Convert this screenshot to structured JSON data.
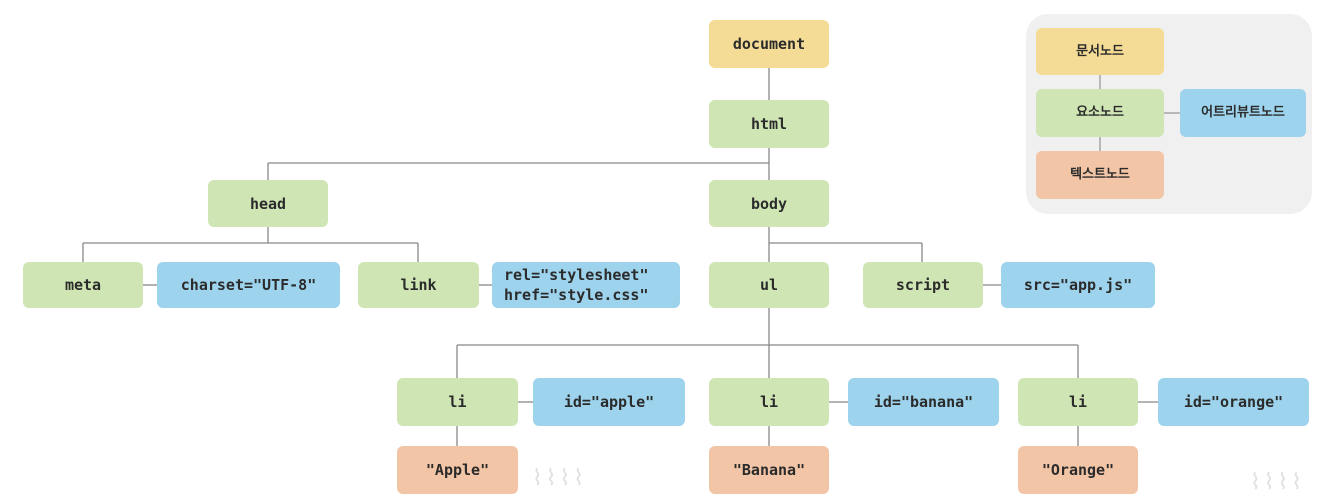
{
  "nodes": {
    "document": "document",
    "html": "html",
    "head": "head",
    "body": "body",
    "meta": "meta",
    "meta_attr": "charset=\"UTF-8\"",
    "link": "link",
    "link_attr": "rel=\"stylesheet\"\nhref=\"style.css\"",
    "ul": "ul",
    "script": "script",
    "script_attr": "src=\"app.js\"",
    "li1": "li",
    "li1_attr": "id=\"apple\"",
    "li1_text": "\"Apple\"",
    "li2": "li",
    "li2_attr": "id=\"banana\"",
    "li2_text": "\"Banana\"",
    "li3": "li",
    "li3_attr": "id=\"orange\"",
    "li3_text": "\"Orange\""
  },
  "legend": {
    "document_node": "문서노드",
    "element_node": "요소노드",
    "attribute_node": "어트리뷰트노드",
    "text_node": "텍스트노드"
  },
  "colors": {
    "document": "#f5dc96",
    "element": "#cfe6b4",
    "attribute": "#9dd3ec",
    "text": "#f2c5a6"
  }
}
